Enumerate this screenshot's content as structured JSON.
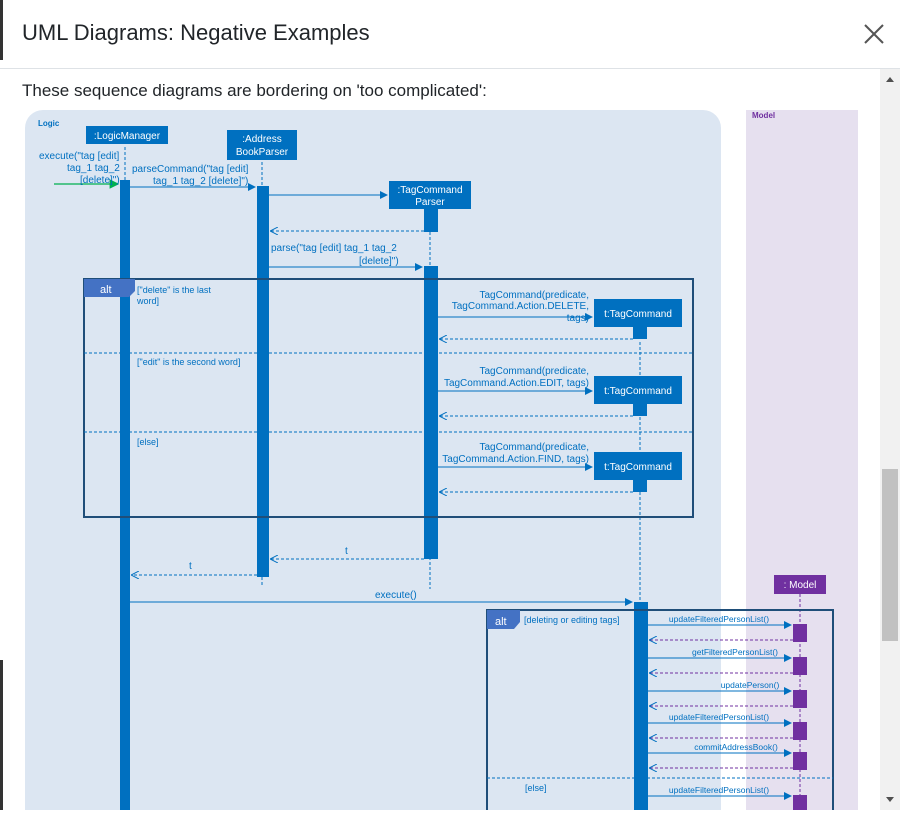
{
  "dialog": {
    "title": "UML Diagrams: Negative Examples",
    "intro": "These sequence diagrams are bordering on 'too complicated':"
  },
  "diagram": {
    "frames": {
      "logic": "Logic",
      "model": "Model"
    },
    "participants": {
      "logic_manager": ":LogicManager",
      "address_book_parser_1": ":Address",
      "address_book_parser_2": "BookParser",
      "tag_command_parser_1": ":TagCommand",
      "tag_command_parser_2": "Parser",
      "tag_command": "t:TagCommand",
      "model": ": Model"
    },
    "messages": {
      "execute_1": "execute(\"tag [edit]",
      "execute_2": "tag_1 tag_2",
      "execute_3": "[delete]\")",
      "parse_command_1": "parseCommand(\"tag [edit]",
      "parse_command_2": "tag_1 tag_2 [delete]\")",
      "parse_1": "parse(\"tag [edit] tag_1 tag_2",
      "parse_2": "[delete]\")",
      "tagcmd_delete_1": "TagCommand(predicate,",
      "tagcmd_delete_2": "TagCommand.Action.DELETE,",
      "tagcmd_delete_3": "tags)",
      "tagcmd_edit_1": "TagCommand(predicate,",
      "tagcmd_edit_2": "TagCommand.Action.EDIT, tags)",
      "tagcmd_find_1": "TagCommand(predicate,",
      "tagcmd_find_2": "TagCommand.Action.FIND, tags)",
      "return_t_1": "t",
      "return_t_2": "t",
      "execute_call": "execute()",
      "update_filtered_1": "updateFilteredPersonList()",
      "get_filtered": "getFilteredPersonList()",
      "update_person": "updatePerson()",
      "update_filtered_2": "updateFilteredPersonList()",
      "commit_address_book": "commitAddressBook()",
      "update_filtered_3": "updateFilteredPersonList()"
    },
    "alt1": {
      "tag": "alt",
      "guard_delete_1": "[\"delete\" is the last",
      "guard_delete_2": "word]",
      "guard_edit": "[\"edit\" is the second word]",
      "guard_else": "[else]"
    },
    "alt2": {
      "tag": "alt",
      "guard_deleting": "[deleting or editing tags]",
      "guard_else": "[else]"
    }
  },
  "colors": {
    "lifeline_blue": "#0070c0",
    "frame_bg": "#dce6f2",
    "model_bg": "#e6e0ef",
    "model_purple": "#7030a0",
    "found_message_green": "#00b050"
  },
  "icons": [
    "close-icon",
    "scroll-up-icon",
    "scroll-down-icon"
  ]
}
